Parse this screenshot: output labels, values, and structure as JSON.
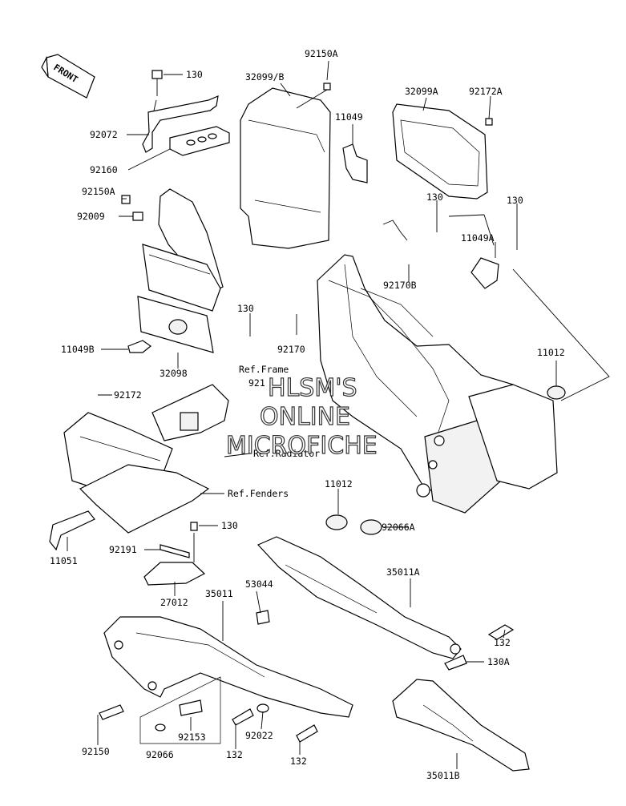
{
  "front_arrow": {
    "label": "FRONT"
  },
  "labels": {
    "p130_a": "130",
    "p92150A_a": "92150A",
    "p32099B": "32099/B",
    "p32099A": "32099A",
    "p92172A": "92172A",
    "p92072": "92072",
    "p11049_a": "11049",
    "p92160": "92160",
    "p92150A_b": "92150A",
    "p92009": "92009",
    "p130_b": "130",
    "p130_c": "130",
    "p11049A": "11049A",
    "p92170B": "92170B",
    "p130_d": "130",
    "p11049B": "11049B",
    "p92170": "92170",
    "p32098": "32098",
    "p11012_a": "11012",
    "p92172": "92172",
    "p11051": "11051",
    "p11012_b": "11012",
    "p92066A": "92066A",
    "p130_e": "130",
    "p92191": "92191",
    "p27012": "27012",
    "p35011A": "35011A",
    "p53044": "53044",
    "p35011": "35011",
    "p132_a": "132",
    "p130A": "130A",
    "p92150": "92150",
    "p92153": "92153",
    "p92022": "92022",
    "p92066": "92066",
    "p132_b": "132",
    "p132_c": "132",
    "p35011B": "35011B"
  },
  "references": {
    "frame": "Ref.Frame",
    "frame_part": "921",
    "radiator": "Ref.Radiator",
    "fenders": "Ref.Fenders"
  },
  "watermark": [
    "HLSM'S",
    "ONLINE",
    "MICROFICHE"
  ]
}
